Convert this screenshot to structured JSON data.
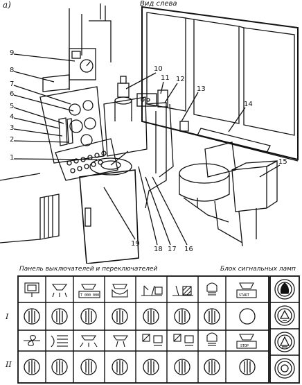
{
  "figure": {
    "panel_letter": "а)",
    "view_label": "Вид слева"
  },
  "callouts": [
    "1",
    "2",
    "3",
    "4",
    "5",
    "6",
    "7",
    "8",
    "9",
    "10",
    "11",
    "12",
    "13",
    "14",
    "15",
    "16",
    "17",
    "18",
    "19"
  ],
  "panel": {
    "switches_title": "Панель выключателей и переключателей",
    "lamps_title": "Блок сигнальных ламп",
    "row_labels": [
      "I",
      "II"
    ],
    "row1_tags": {
      "counter": "T 000 000",
      "start": "START"
    },
    "row2_tags": {
      "stop": "STOP"
    }
  }
}
